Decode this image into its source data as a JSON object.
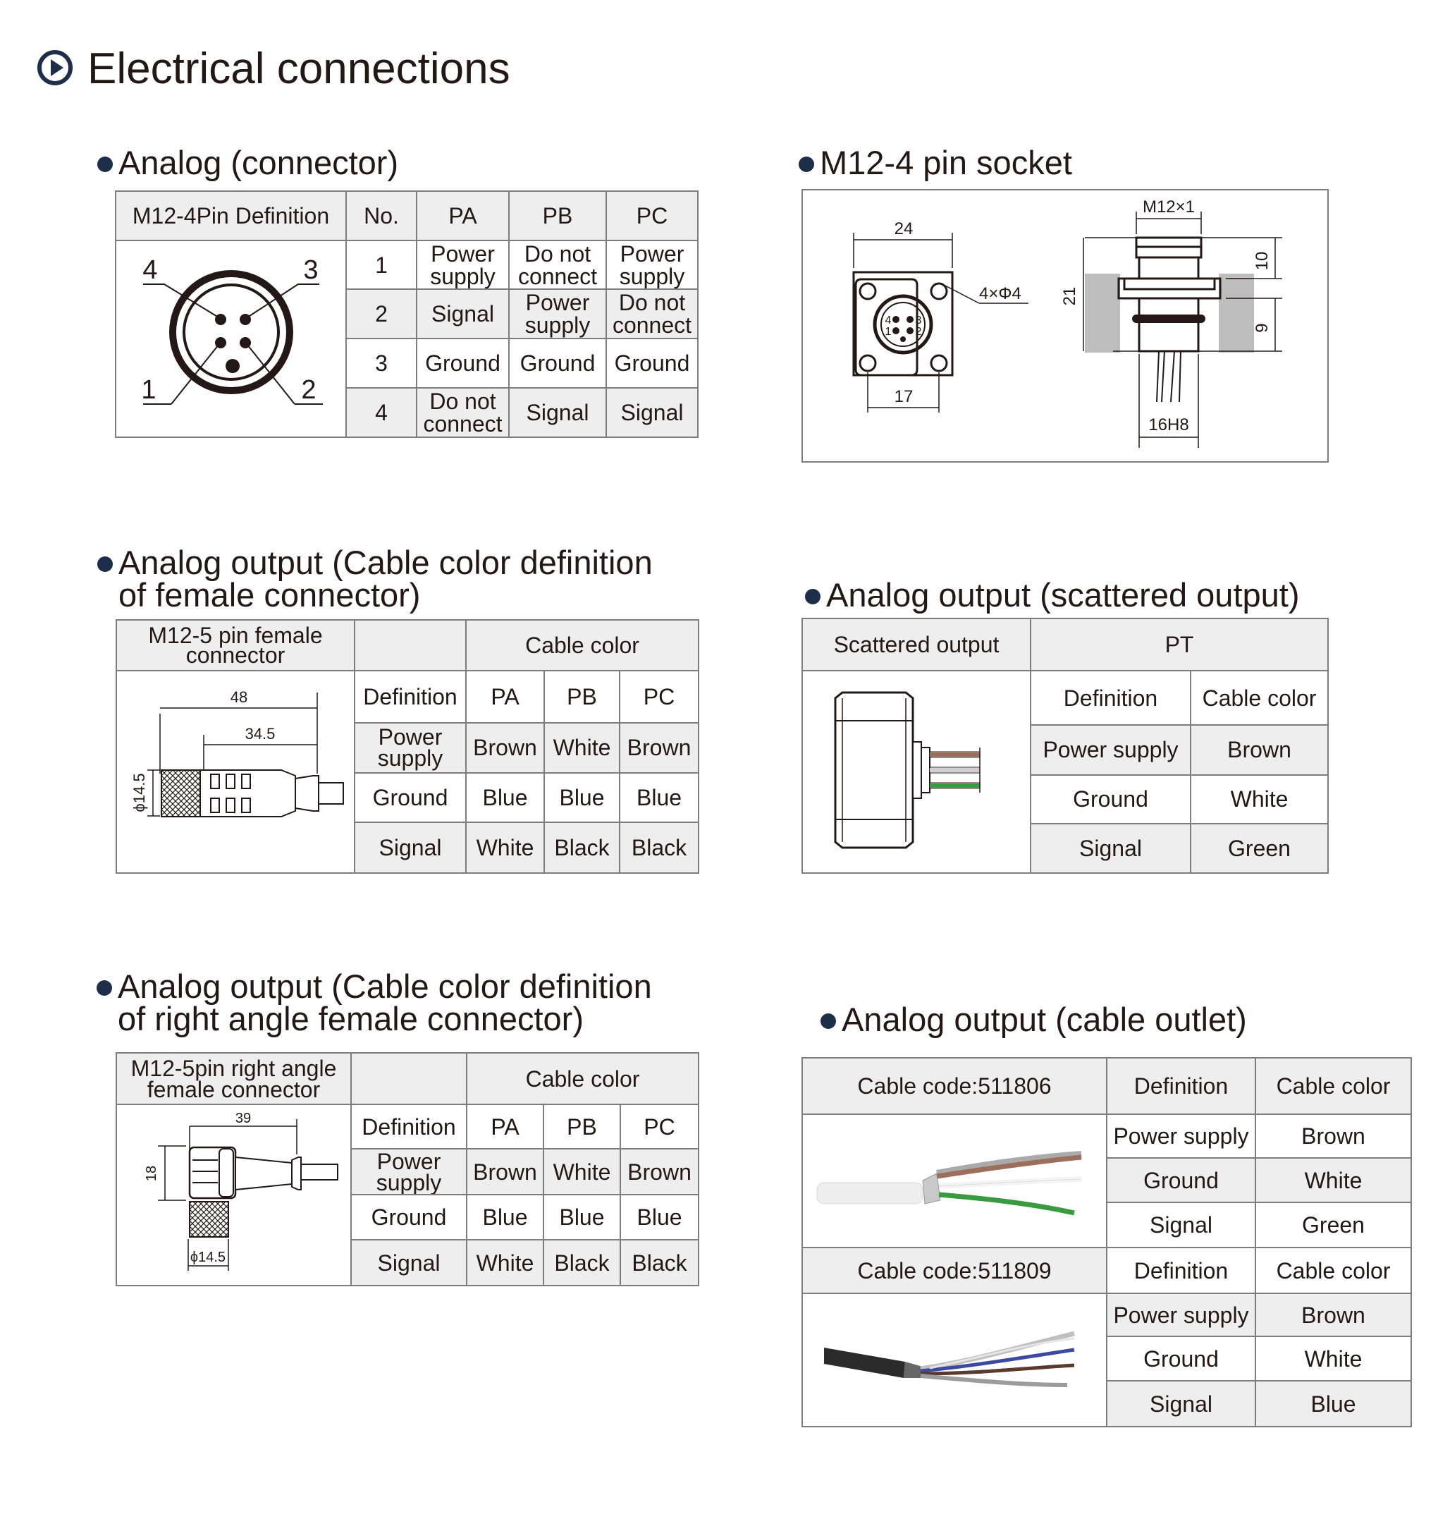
{
  "title": "Electrical connections",
  "s1": {
    "title": "Analog (connector)",
    "headers": [
      "M12-4Pin Definition",
      "No.",
      "PA",
      "PB",
      "PC"
    ],
    "pin_labels": [
      "4",
      "3",
      "1",
      "2"
    ],
    "rows": [
      [
        "1",
        "Power\nsupply",
        "Do not\nconnect",
        "Power\nsupply"
      ],
      [
        "2",
        "Signal",
        "Power\nsupply",
        "Do not\nconnect"
      ],
      [
        "3",
        "Ground",
        "Ground",
        "Ground"
      ],
      [
        "4",
        "Do not\nconnect",
        "Signal",
        "Signal"
      ]
    ]
  },
  "s2": {
    "title": "M12-4 pin socket",
    "dims": {
      "d24": "24",
      "hole": "4×Φ4",
      "d17": "17",
      "thread": "M12×1",
      "d10": "10",
      "d21": "21",
      "d9": "9",
      "d16h8": "16H8"
    },
    "pins": [
      "4",
      "3",
      "1",
      "2"
    ]
  },
  "s3": {
    "title_line1": "Analog output (Cable color definition",
    "title_line2": "of female connector)",
    "header": "M12-5 pin female\nconnector",
    "cable_color": "Cable color",
    "dims": {
      "d48": "48",
      "d345": "34.5",
      "phi": "ϕ14.5"
    },
    "cols": [
      "Definition",
      "PA",
      "PB",
      "PC"
    ],
    "rows": [
      [
        "Power\nsupply",
        "Brown",
        "White",
        "Brown"
      ],
      [
        "Ground",
        "Blue",
        "Blue",
        "Blue"
      ],
      [
        "Signal",
        "White",
        "Black",
        "Black"
      ]
    ]
  },
  "s4": {
    "title": "Analog output (scattered output)",
    "headers": [
      "Scattered output",
      "PT"
    ],
    "cols": [
      "Definition",
      "Cable color"
    ],
    "rows": [
      [
        "Power supply",
        "Brown"
      ],
      [
        "Ground",
        "White"
      ],
      [
        "Signal",
        "Green"
      ]
    ]
  },
  "s5": {
    "title_line1": "Analog output (Cable color definition",
    "title_line2": "of right angle female connector)",
    "header": "M12-5pin right angle\nfemale connector",
    "cable_color": "Cable color",
    "dims": {
      "d39": "39",
      "d18": "18",
      "phi": "ϕ14.5"
    },
    "cols": [
      "Definition",
      "PA",
      "PB",
      "PC"
    ],
    "rows": [
      [
        "Power\nsupply",
        "Brown",
        "White",
        "Brown"
      ],
      [
        "Ground",
        "Blue",
        "Blue",
        "Blue"
      ],
      [
        "Signal",
        "White",
        "Black",
        "Black"
      ]
    ]
  },
  "s6": {
    "title": "Analog output (cable outlet)",
    "cables": [
      {
        "code": "Cable code:511806",
        "cols": [
          "Definition",
          "Cable color"
        ],
        "rows": [
          [
            "Power supply",
            "Brown"
          ],
          [
            "Ground",
            "White"
          ],
          [
            "Signal",
            "Green"
          ]
        ]
      },
      {
        "code": "Cable code:511809",
        "cols": [
          "Definition",
          "Cable color"
        ],
        "rows": [
          [
            "Power supply",
            "Brown"
          ],
          [
            "Ground",
            "White"
          ],
          [
            "Signal",
            "Blue"
          ]
        ]
      }
    ]
  },
  "colors": {
    "navy": "#1c2e4a",
    "border": "#7d7d7d",
    "shade": "#eeeeee",
    "wire_brown": "#9b6f5b",
    "wire_green": "#3a9a3f",
    "panel_gray": "#bdbdbd"
  }
}
